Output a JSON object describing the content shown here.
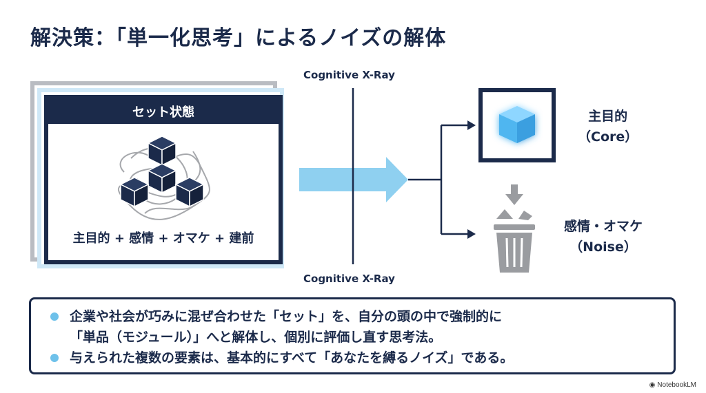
{
  "title": "解決策：「単一化思考」によるノイズの解体",
  "left_card": {
    "header": "セット状態",
    "formula": "主目的 + 感情 + オマケ + 建前"
  },
  "xray": {
    "top_label": "Cognitive X-Ray",
    "bottom_label": "Cognitive X-Ray"
  },
  "core": {
    "label_line1": "主目的",
    "label_line2": "（Core）"
  },
  "noise": {
    "label_line1": "感情・オマケ",
    "label_line2": "（Noise）"
  },
  "bullets": {
    "item1_line1": "企業や社会が巧みに混ぜ合わせた「セット」を、自分の頭の中で強制的に",
    "item1_line2": "「単品（モジュール）」へと解体し、個別に評価し直す思考法。",
    "item2": "与えられた複数の要素は、基本的にすべて「あなたを縛るノイズ」である。"
  },
  "badge": "NotebookLM",
  "colors": {
    "navy": "#1b2a4a",
    "light_blue": "#6ec1ea",
    "arrow_blue": "#8fd0f0",
    "gray": "#9a9ca0"
  },
  "icons": [
    "cube-cluster-icon",
    "glowing-cube-icon",
    "trash-can-icon",
    "down-arrow-icon",
    "notebook-icon"
  ]
}
